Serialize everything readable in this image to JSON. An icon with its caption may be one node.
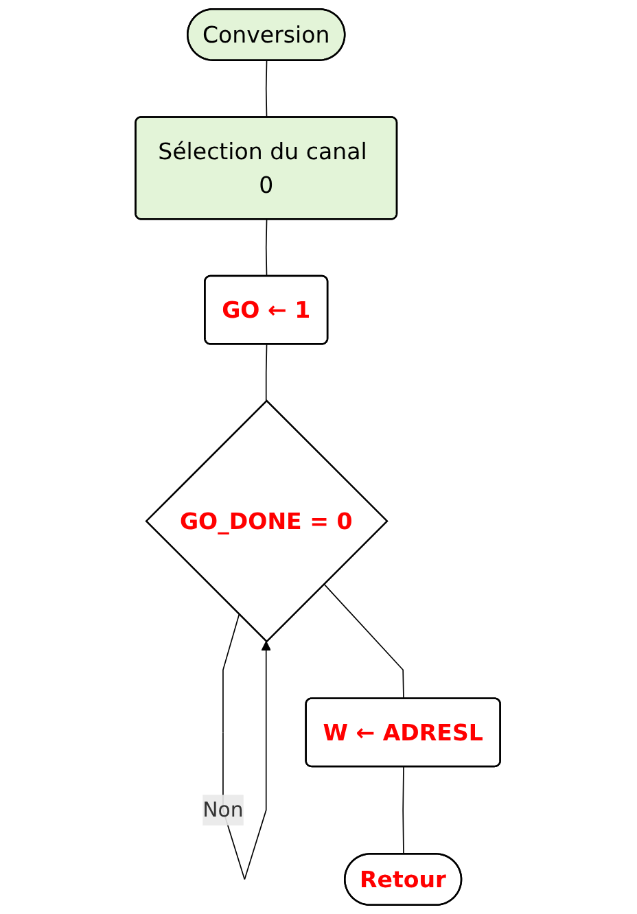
{
  "diagram": {
    "nodes": [
      {
        "text": [
          "Conversion"
        ]
      },
      {
        "text": [
          "Sélection du canal 0"
        ]
      },
      {
        "text": [
          "GO ← 1"
        ]
      },
      {
        "text": [
          "GO_DONE = 0"
        ]
      },
      {
        "text": [
          "W ← ADRESL"
        ]
      },
      {
        "text": [
          "Retour"
        ]
      }
    ],
    "edges": [
      {
        "from": 0,
        "to": 1,
        "arrow": "none"
      },
      {
        "from": 1,
        "to": 2,
        "arrow": "none"
      },
      {
        "from": 2,
        "to": 3,
        "arrow": "none"
      },
      {
        "from": 3,
        "to": 3,
        "arrow": "to",
        "label": "Non"
      },
      {
        "from": 3,
        "to": 4,
        "arrow": "none"
      },
      {
        "from": 4,
        "to": 5,
        "arrow": "none"
      }
    ]
  }
}
